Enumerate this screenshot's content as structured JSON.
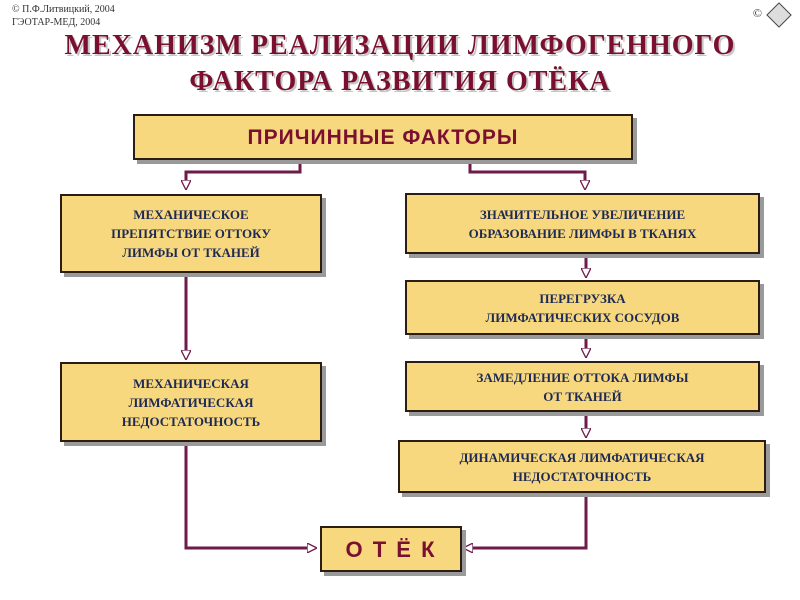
{
  "copyright": {
    "line1": "© П.Ф.Литвицкий, 2004",
    "line2": "ГЭОТАР-МЕД, 2004"
  },
  "nav": {
    "copyright_symbol": "©",
    "icon": "navigation-diamond-icon"
  },
  "title": {
    "line1": "МЕХАНИЗМ  РЕАЛИЗАЦИИ  ЛИМФОГЕННОГО",
    "line2": "ФАКТОРА  РАЗВИТИЯ  ОТЁКА"
  },
  "colors": {
    "title": "#7a1030",
    "box_fill": "#f7d87f",
    "box_text": "#1e2a55",
    "connector": "#6e1a4a"
  },
  "diagram": {
    "causes": "ПРИЧИННЫЕ   ФАКТОРЫ",
    "left": {
      "mechanical_obstruction": "МЕХАНИЧЕСКОЕ\nПРЕПЯТСТВИЕ ОТТОКУ\nЛИМФЫ ОТ ТКАНЕЙ",
      "mechanical_insufficiency": "МЕХАНИЧЕСКАЯ\nЛИМФАТИЧЕСКАЯ\nНЕДОСТАТОЧНОСТЬ"
    },
    "right": {
      "increased_formation": "ЗНАЧИТЕЛЬНОЕ  УВЕЛИЧЕНИЕ\nОБРАЗОВАНИЕ  ЛИМФЫ  В  ТКАНЯХ",
      "overload": "ПЕРЕГРУЗКА\nЛИМФАТИЧЕСКИХ СОСУДОВ",
      "slowdown": "ЗАМЕДЛЕНИЕ ОТТОКА ЛИМФЫ\nОТ ТКАНЕЙ",
      "dynamic_insufficiency": "ДИНАМИЧЕСКАЯ  ЛИМФАТИЧЕСКАЯ\nНЕДОСТАТОЧНОСТЬ"
    },
    "result": "О Т Ё К"
  }
}
